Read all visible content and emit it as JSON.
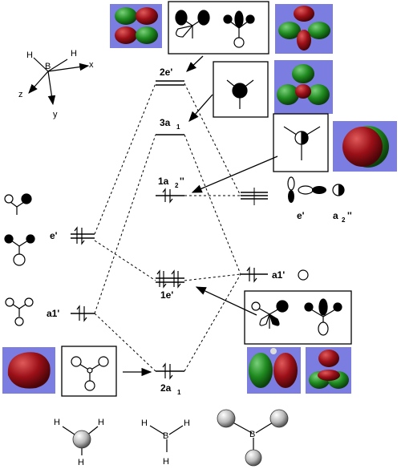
{
  "axes_labels": {
    "b": "B",
    "h1": "H",
    "h2": "H",
    "x": "x",
    "y": "y",
    "z": "z"
  },
  "levels": {
    "mo_2e": {
      "main": "2e'"
    },
    "mo_3a1": {
      "main": "3a",
      "sub": "1"
    },
    "mo_1a2": {
      "main": "1a",
      "sub": "2",
      "post": "''"
    },
    "mo_1e": {
      "main": "1e'"
    },
    "mo_2a1": {
      "main": "2a",
      "sub": "1"
    },
    "lig_e": "e'",
    "lig_a1": "a1'",
    "b_a1": "a1'",
    "b_e": "e'",
    "b_a2": "a",
    "b_a2_sub": "2",
    "b_a2_post": "''"
  },
  "bottom_molecules": {
    "bh3_left": {
      "h_top_left": "H",
      "h_top_right": "H",
      "h_bottom": "H"
    },
    "bh3_center": {
      "h_top_left": "H",
      "h_top_right": "H",
      "b": "B",
      "h_bottom": "H"
    },
    "bh3_right": {
      "b": "B"
    }
  },
  "colors": {
    "orbital_bg": "#7b7de0",
    "lobe_red": "#9c1018",
    "lobe_green": "#1f8a1f",
    "ball": "#b8b8b8"
  }
}
